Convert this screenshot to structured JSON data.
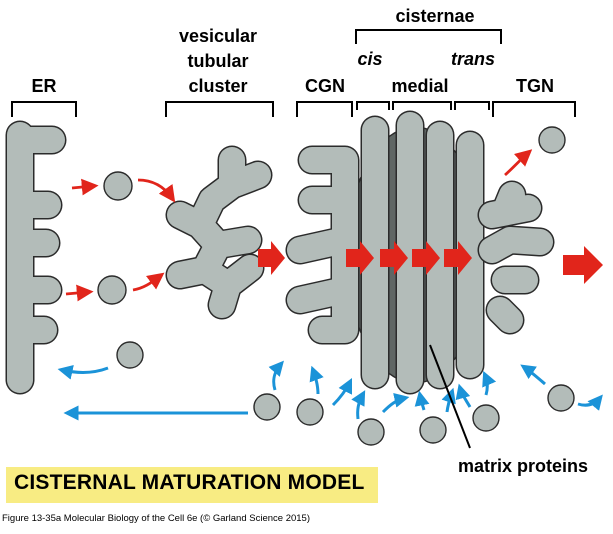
{
  "labels": {
    "cisternae": "cisternae",
    "cis": "cis",
    "medial": "medial",
    "trans": "trans",
    "vesicular_tubular_cluster_line1": "vesicular",
    "vesicular_tubular_cluster_line2": "tubular",
    "vesicular_tubular_cluster_line3": "cluster",
    "er": "ER",
    "cgn": "CGN",
    "tgn": "TGN",
    "matrix_proteins": "matrix proteins"
  },
  "title": "CISTERNAL MATURATION MODEL",
  "caption": "Figure 13-35a  Molecular Biology of the Cell 6e (© Garland Science 2015)",
  "colors": {
    "membrane": "#b3bcb9",
    "matrix": "#5f6664",
    "anterograde_arrow": "#e1251b",
    "retrograde_arrow": "#1b93d8",
    "title_background": "#f8ec83"
  }
}
